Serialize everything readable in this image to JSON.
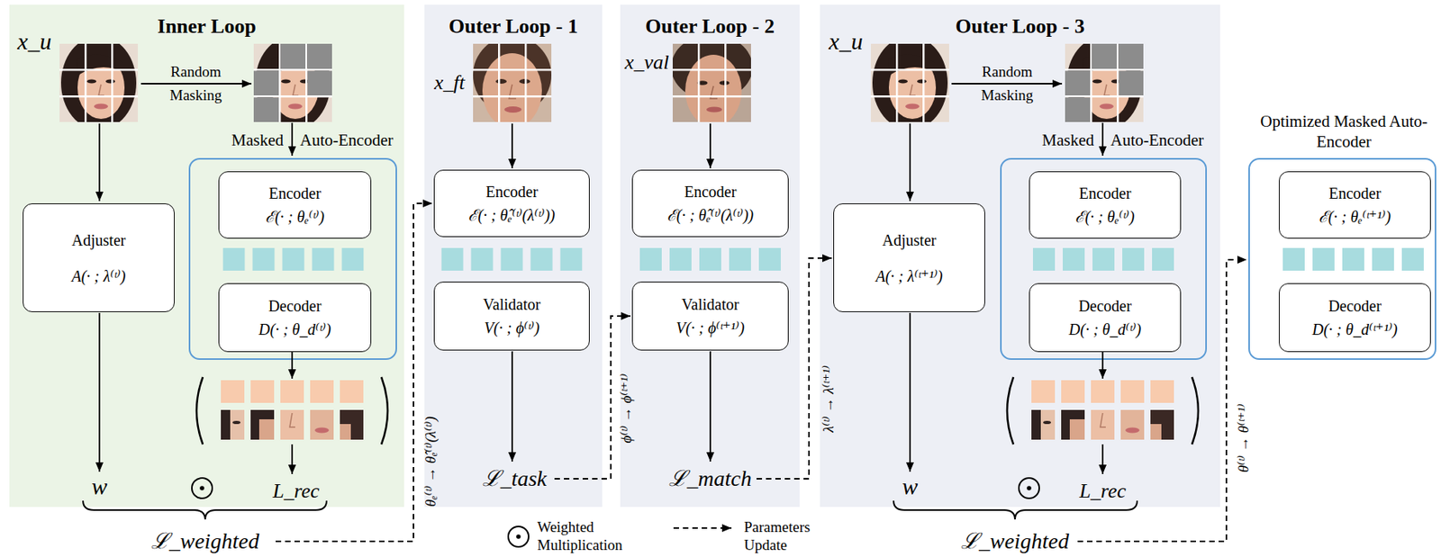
{
  "diagram": {
    "nodes": [
      {
        "text": [
          "Inner Loop"
        ]
      },
      {
        "text": [
          "Adjuster",
          "A(· ; λ⁽ᵗ⁾)"
        ],
        "in": 0
      },
      {
        "text": [
          "Masked",
          "Auto-Encoder"
        ],
        "in": 0
      },
      {
        "text": [
          "Encoder",
          "ℰ(· ; θₑ⁽ᵗ⁾)"
        ],
        "in": 2
      },
      {
        "text": [
          "Decoder",
          "D(· ; θ_d⁽ᵗ⁾)"
        ],
        "in": 2
      },
      {
        "text": [
          "Outer Loop - 1"
        ]
      },
      {
        "text": [
          "Encoder",
          "ℰ(· ; θ̂ₑ⁽ᵗ⁾(λ⁽ᵗ⁾))"
        ],
        "in": 5
      },
      {
        "text": [
          "Validator",
          "V(· ; ϕ⁽ᵗ⁾)"
        ],
        "in": 5
      },
      {
        "text": [
          "Outer Loop - 2"
        ]
      },
      {
        "text": [
          "Encoder",
          "ℰ(· ; θ̂ₑ⁽ᵗ⁾(λ⁽ᵗ⁾))"
        ],
        "in": 8
      },
      {
        "text": [
          "Validator",
          "V(· ; ϕ⁽ᵗ⁺¹⁾)"
        ],
        "in": 8
      },
      {
        "text": [
          "Outer Loop - 3"
        ]
      },
      {
        "text": [
          "Adjuster",
          "A(· ; λ⁽ᵗ⁺¹⁾)"
        ],
        "in": 11
      },
      {
        "text": [
          "Masked",
          "Auto-Encoder"
        ],
        "in": 11
      },
      {
        "text": [
          "Encoder",
          "ℰ(· ; θₑ⁽ᵗ⁾)"
        ],
        "in": 13
      },
      {
        "text": [
          "Decoder",
          "D(· ; θ_d⁽ᵗ⁾)"
        ],
        "in": 13
      },
      {
        "text": [
          "Optimized Masked Auto-Encoder"
        ]
      },
      {
        "text": [
          "Encoder",
          "ℰ(· ; θₑ⁽ᵗ⁺¹⁾)"
        ],
        "in": 16
      },
      {
        "text": [
          "Decoder",
          "D(· ; θ_d⁽ᵗ⁺¹⁾)"
        ],
        "in": 16
      }
    ],
    "labels": [
      "x_u",
      "Random Masking",
      "w",
      "L_rec",
      "ℒ_weighted",
      "θₑ⁽ᵗ⁾ → θ̂ₑ⁽ᵗ⁾(λ⁽ᵗ⁾)",
      "x_ft",
      "ℒ_task",
      "ϕ⁽ᵗ⁾ → ϕ⁽ᵗ⁺¹⁾",
      "x_val",
      "ℒ_match",
      "λ⁽ᵗ⁾ → λ⁽ᵗ⁺¹⁾",
      "x_u",
      "Random Masking",
      "w",
      "L_rec",
      "ℒ_weighted",
      "θ⁽ᵗ⁾ → θ⁽ᵗ⁺¹⁾"
    ],
    "legend": [
      {
        "text": "Weighted Multiplication"
      },
      {
        "text": "Parameters Update"
      }
    ]
  }
}
